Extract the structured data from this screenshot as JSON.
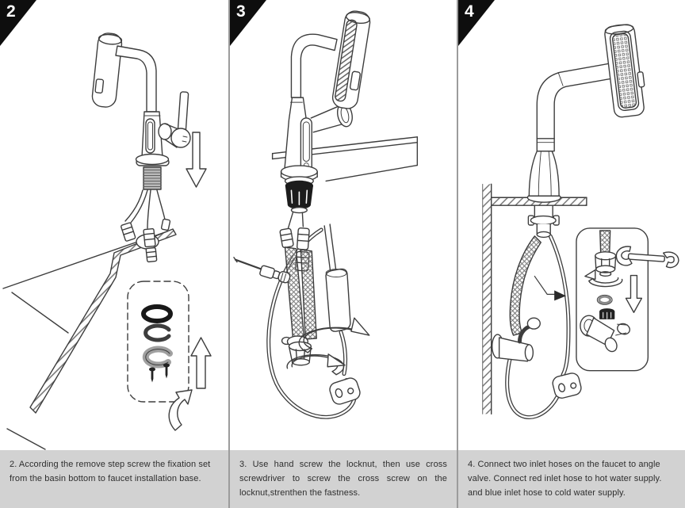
{
  "colors": {
    "background": "#ffffff",
    "caption_bar": "#d2d2d2",
    "step_badge": "#0e0e0e",
    "line_art": "#3d3d3d",
    "panel_divider": "#9c9c9c"
  },
  "panels": [
    {
      "step_number": "2",
      "caption": "2. According the remove step screw the fixation set from the basin bottom to faucet installation base.",
      "illustration_elements": [
        "faucet with spray head and lever handle",
        "threaded shank with supply hoses",
        "countertop cross-section with mounting hole",
        "dashed callout of fixation set: o-ring, open washer, fixation plate, two screws",
        "down arrow",
        "up arrow",
        "curved arrow"
      ]
    },
    {
      "step_number": "3",
      "caption": "3. Use hand screw the locknut, then use cross screwdriver to screw the cross screw on the locknut,strenthen the fastness.",
      "illustration_elements": [
        "faucet mounted on counter board",
        "black locknut under counter",
        "braided supply hoses",
        "cross screwdriver",
        "two rotation arrows",
        "pull-out hose loop with weight"
      ]
    },
    {
      "step_number": "4",
      "caption": "4. Connect two inlet hoses on the faucet to angle valve. Connect red inlet hose to hot water supply. and blue inlet hose to cold water supply.",
      "illustration_elements": [
        "faucet on counter against wall",
        "perforated spray head",
        "braided inlet hose to angle valve on wall",
        "pull-out hose loop with weight",
        "pointer arrow",
        "callout: hose nut, wrench, rotation arrow, down arrow, washer, angle valve"
      ]
    }
  ]
}
